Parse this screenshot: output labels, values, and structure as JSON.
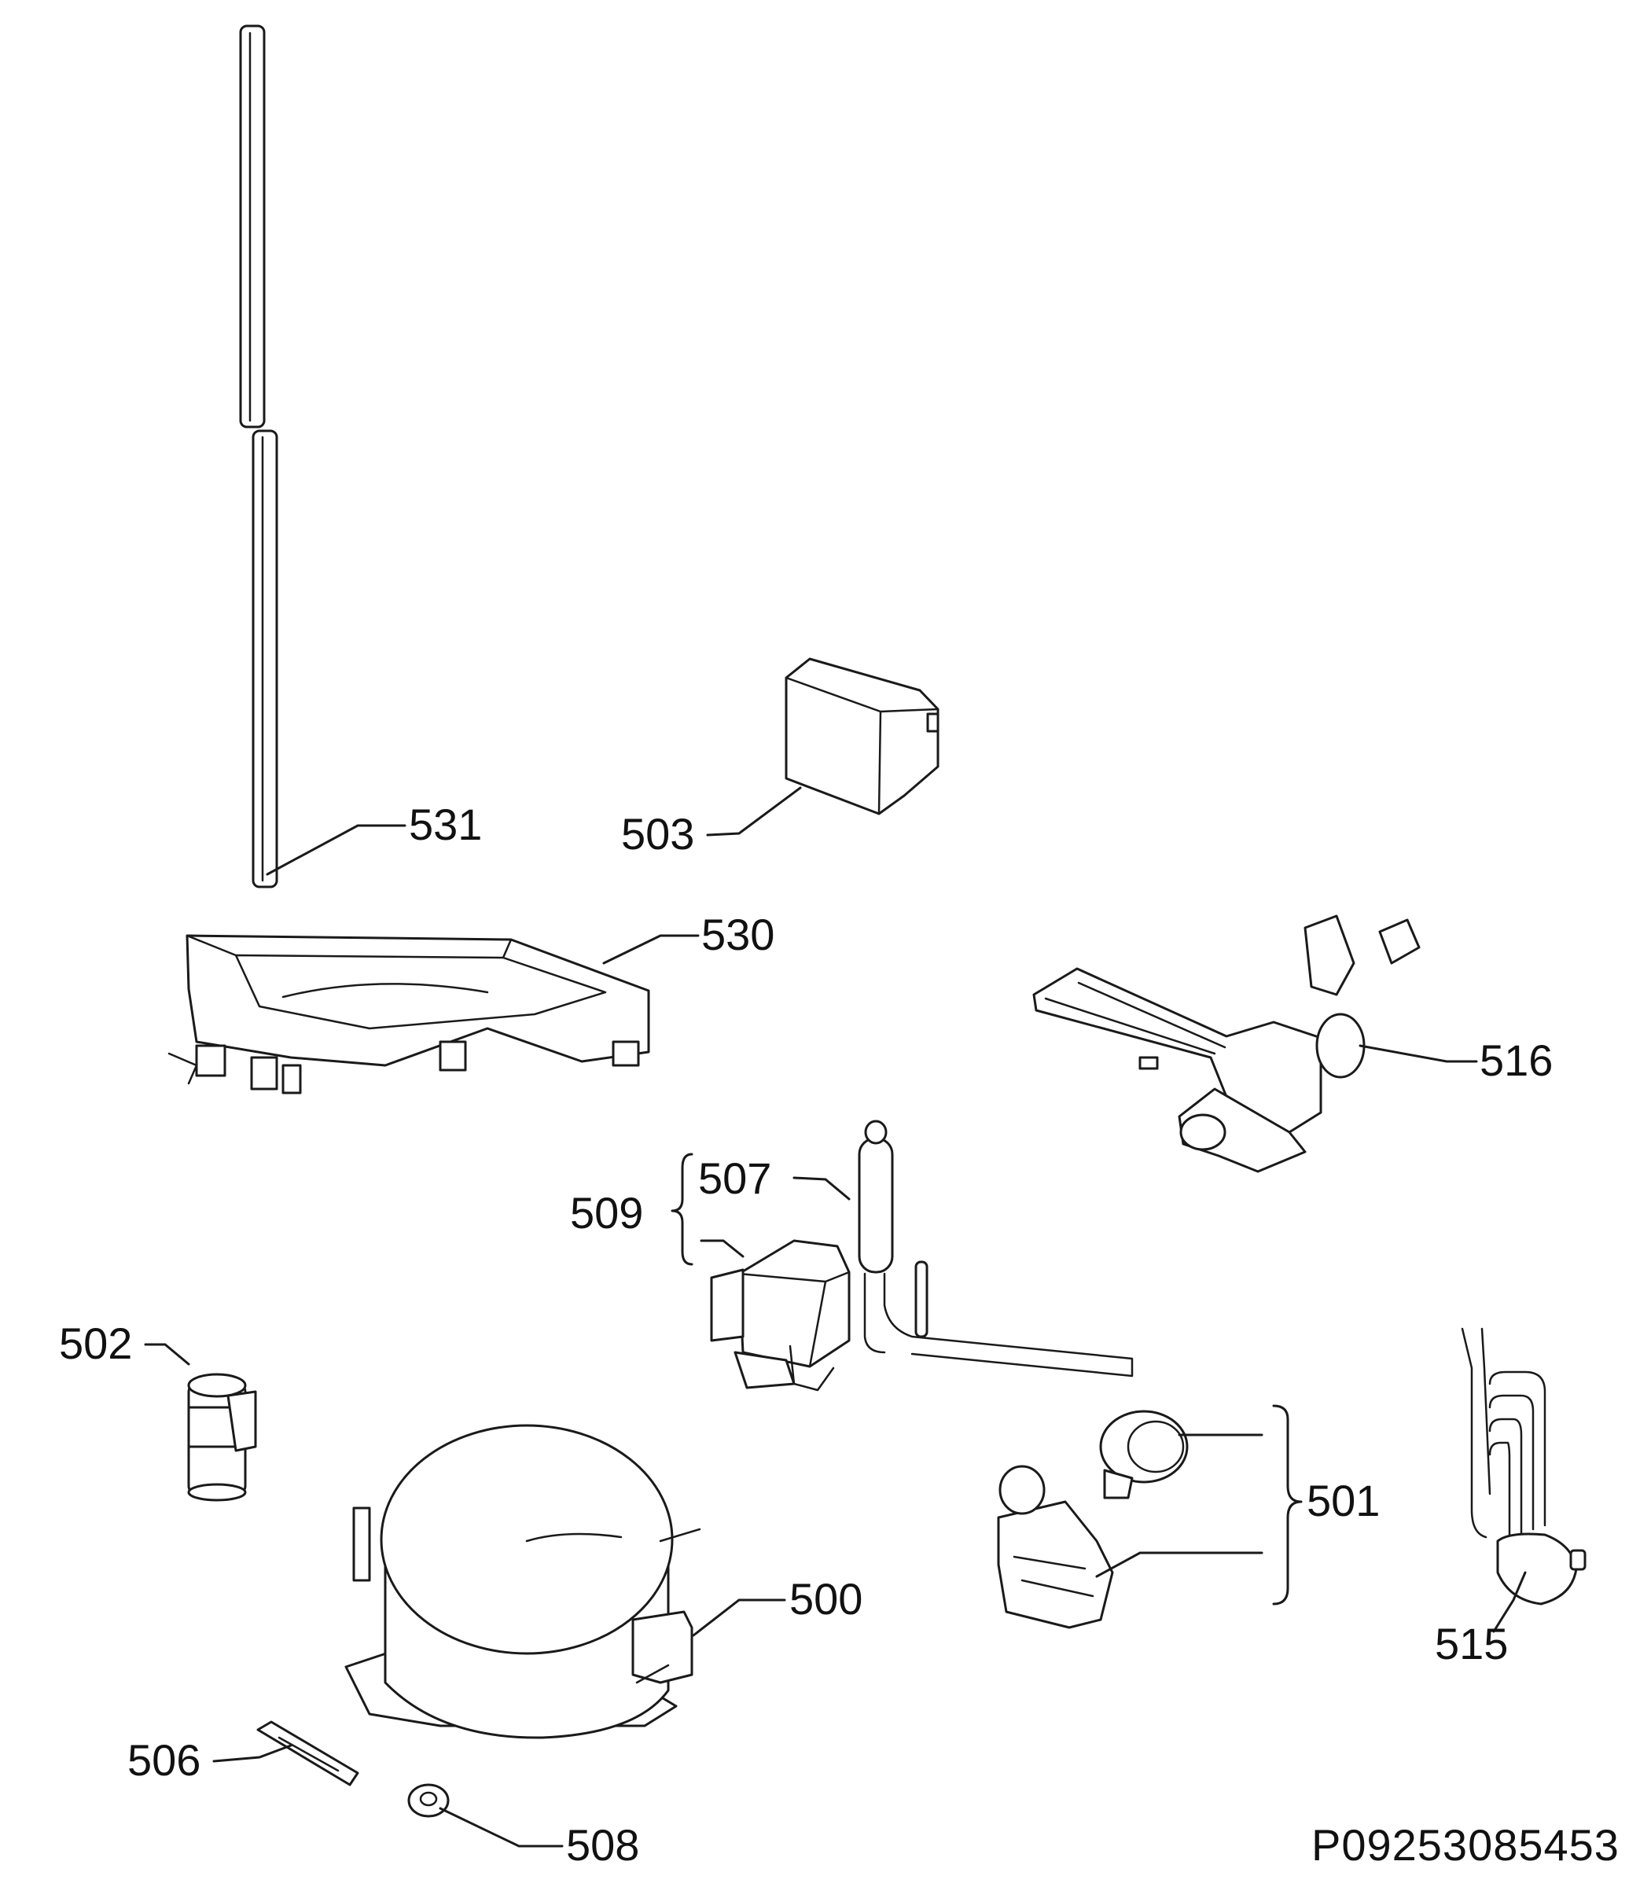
{
  "callouts": {
    "c500": "500",
    "c501": "501",
    "c502": "502",
    "c503": "503",
    "c506": "506",
    "c507": "507",
    "c508": "508",
    "c509": "509",
    "c515": "515",
    "c516": "516",
    "c530": "530",
    "c531": "531"
  },
  "reference_code": "P09253085453"
}
